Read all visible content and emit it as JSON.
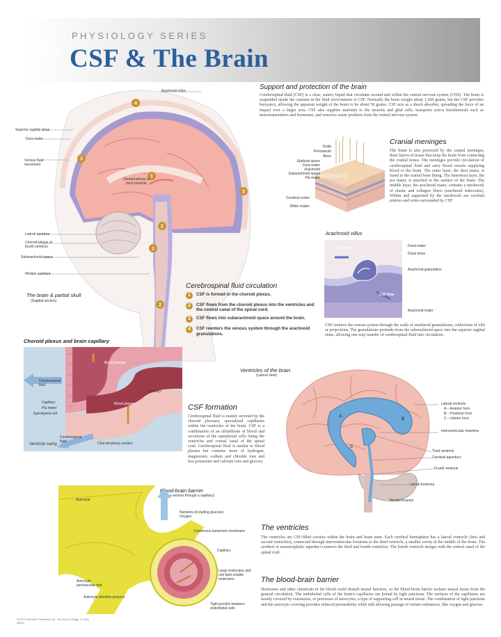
{
  "header": {
    "series": "PHYSIOLOGY SERIES",
    "title": "CSF & The Brain"
  },
  "support": {
    "title": "Support and protection of the brain",
    "text": "Cerebrospinal fluid (CSF) is a clear, watery liquid that circulates around and within the central nervous system (CNS). The brain is suspended inside the cranium in the fluid environment of CSF. Normally the brain weighs about 1,500 grams, but the CSF provides buoyancy, allowing the apparent weight of the brain to be about 50 grams. CSF acts as a shock absorber, spreading the force of an impact over a larger area. CSF also supplies nutrients to the neurons and glial cells, transports active biochemicals such as neurotransmitters and hormones, and removes waste products from the central nervous system."
  },
  "meninges": {
    "title": "Cranial meninges",
    "text": "The brain is also protected by the cranial meninges, three layers of tissue that keep the brain from contacting the cranial bones. The meninges provide circulation of cerebrospinal fluid and carry blood vessels supplying blood to the brain. The outer layer, the dura mater, is fused to the cranial bone lining. The innermost layer, the pia mater, is attached to the surface of the brain. The middle layer, the arachnoid mater, contains a meshwork of elastic and collagen fibers (arachnoid trabeculae). Within and supported by the meshwork are cerebral arteries and veins surrounded by CSF.",
    "labels": [
      "Scalp",
      "Periosteum",
      "Bone",
      "Epidural space",
      "Dura mater",
      "Arachnoid",
      "Subarachnoid space",
      "Pia mater",
      "Cerebral cortex",
      "White matter"
    ]
  },
  "villus": {
    "title": "Arachnoid villus",
    "labels": [
      "CSF flow",
      "CSF flow",
      "Dural mater",
      "Dural sinus",
      "Arachnoid granulation",
      "Arachnoid mater"
    ],
    "text": "CSF reenters the venous system through the walls of arachnoid granulations, collections of villi or projections. The granulations protrude from the subarachnoid space into the superior sagittal sinus, allowing one-way transfer of cerebrospinal fluid into circulation."
  },
  "skull": {
    "caption": "The brain & partial skull",
    "subcaption": "(Sagittal section)",
    "labels_left": [
      "Superior sagittal sinus",
      "Dura mater",
      "Venous fluid movement",
      "Lateral aperture",
      "Choroid plexus of fourth ventricle",
      "Subarachnoid space",
      "Median aperture"
    ],
    "label_top": "Arachnoid villus",
    "label_plexus": "Choroid plexus of third ventricle",
    "markers": [
      "4",
      "3",
      "3",
      "1",
      "2",
      "1",
      "2"
    ]
  },
  "circulation": {
    "title": "Cerebrospinal fluid circulation",
    "items": [
      {
        "n": "1",
        "text": "CSF is formed in the choroid plexus."
      },
      {
        "n": "2",
        "text": "CSF flows from the choroid plexus into the ventricles and the central canal of the spinal cord."
      },
      {
        "n": "3",
        "text": "CSF flows into subarachnoid space around the brain."
      },
      {
        "n": "4",
        "text": "CSF reenters the venous system through the arachnoid granulations."
      }
    ]
  },
  "choroid": {
    "title": "Choroid plexus and brain capillary",
    "labels": [
      "Blood plasma",
      "Capillary",
      "Blood plasma",
      "Cerebrospinal fluid",
      "Capillary",
      "Pia mater",
      "Ependymal cell",
      "Cerebrospinal fluid",
      "Ventricle cavity",
      "Choroid plexus section"
    ]
  },
  "formation": {
    "title": "CSF formation",
    "text": "Cerebrospinal fluid is mainly secreted by the choroid plexuses, specialized capillaries within the ventricles of the brain. CSF is a combination of an ultrafiltrate of blood and secretions of the ependymal cells lining the ventricles and central canal of the spinal cord. Cerebrospinal fluid is similar to blood plasma but contains more of hydrogen, magnesium, sodium and chloride ions and less potassium and calcium ions and glucose."
  },
  "ventricles_fig": {
    "title": "Ventricles of the brain",
    "subtitle": "(Lateral view)",
    "labels": [
      "Lateral ventricle",
      "A – Anterior horn",
      "B – Posterior horn",
      "C – Inferior horn",
      "Interventricular foramina",
      "Third ventricle",
      "Cerebral aqueduct",
      "Fourth ventricle",
      "Lateral foramina",
      "Medial foramen"
    ],
    "letters": [
      "A",
      "B",
      "C"
    ]
  },
  "bbb_fig": {
    "title": "Blood-brain barrier",
    "subtitle": "(Cross-section through a capillary)",
    "labels": [
      "Astrocyte",
      "Nutrients (including glucose) Oxygen",
      "Continuous basement membrane",
      "Capillary",
      "Large molecules and non-lipid soluble molecules",
      "Astrocyte perivascular feet",
      "Astrocyte dendrite process",
      "Tight junction between endothelial cells"
    ]
  },
  "ventricles": {
    "title": "The ventricles",
    "text": "The ventricles are CSF-filled cavities within the brain and brain stem. Each cerebral hemisphere has a lateral ventricle (first and second ventricles), connected through interventricular foramina to the third ventricle, a smaller cavity in the middle of the brain. The cerebral or mesencephalic aqueduct connects the third and fourth ventricles. The fourth ventricle merges with the central canal of the spinal cord."
  },
  "bbb": {
    "title": "The blood-brain barrier",
    "text": "Hormones and other chemicals in the blood could disturb neural function, so the blood-brain barrier isolates neural tissue from the general circulation. The endothelial cells of the brain's capillaries are joined by tight junctions. The surfaces of the capillaries are mostly covered by extensions, or processes of astrocytes, a type of supporting cell in neural tissue. The combination of tight junctions and the astrocyte covering provides reduced permeability while still allowing passage of certain substances, like oxygen and glucose."
  },
  "footer": {
    "line1": "©2013 Scientific Publishing Ltd., Elk Grove Village, IL USA",
    "line2": "#6021"
  },
  "colors": {
    "brain": "#f4b1a8",
    "csf": "#8f84c4",
    "marker": "#c9922e",
    "title_blue": "#2d5f9a",
    "choroid_bg": "#c8d9e8",
    "yellow": "#e6df3c"
  }
}
